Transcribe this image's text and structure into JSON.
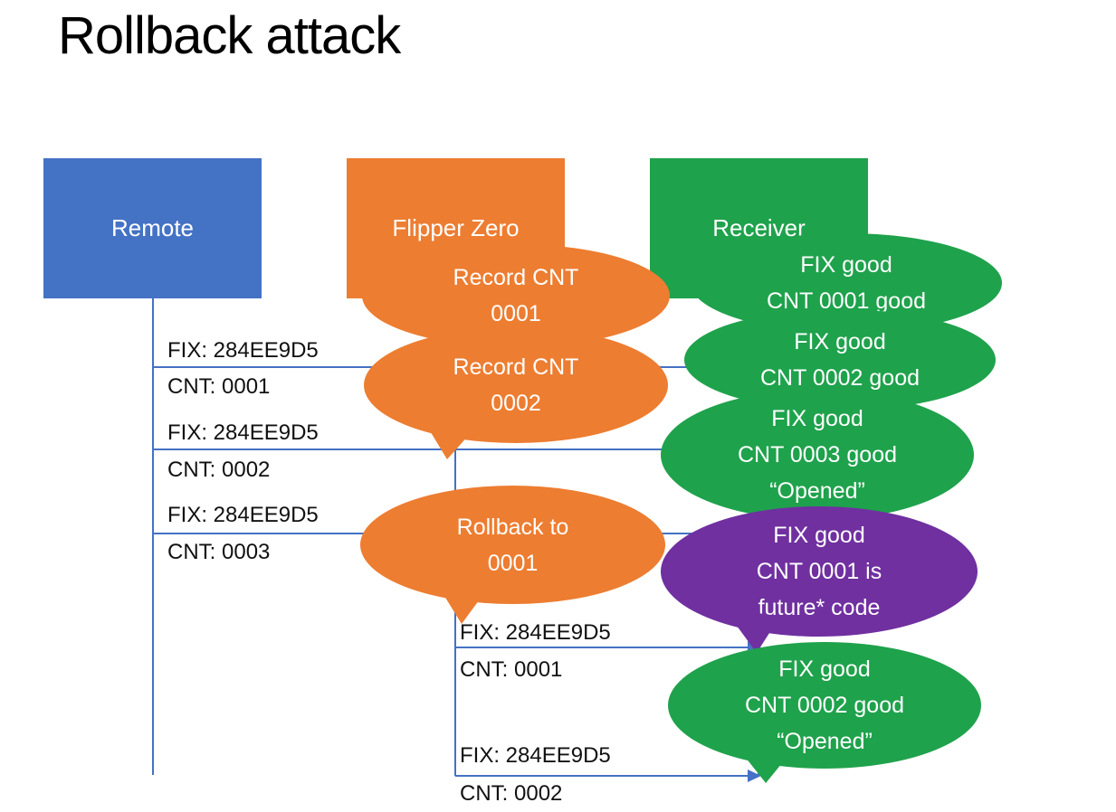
{
  "title": "Rollback attack",
  "colors": {
    "blue": "#4472C4",
    "orange": "#ED7D31",
    "green": "#1FA24C",
    "purple": "#7030A0",
    "connector": "#4472C4",
    "text_dark": "#111111",
    "text_light": "#FFFFFF"
  },
  "actors": [
    {
      "label": "Remote"
    },
    {
      "label": "Flipper Zero"
    },
    {
      "label": "Receiver"
    }
  ],
  "messages": [
    {
      "above": "FIX: 284EE9D5",
      "below": "CNT: 0001"
    },
    {
      "above": "FIX: 284EE9D5",
      "below": "CNT: 0002"
    },
    {
      "above": "FIX: 284EE9D5",
      "below": "CNT: 0003"
    },
    {
      "above": "FIX: 284EE9D5",
      "below": "CNT: 0001"
    },
    {
      "above": "FIX: 284EE9D5",
      "below": "CNT: 0002"
    }
  ],
  "bubbles": [
    {
      "color": "orange",
      "lines": [
        "Record CNT",
        "0001"
      ]
    },
    {
      "color": "green",
      "lines": [
        "FIX good",
        "CNT 0001 good"
      ]
    },
    {
      "color": "orange",
      "lines": [
        "Record CNT",
        "0002"
      ]
    },
    {
      "color": "green",
      "lines": [
        "FIX good",
        "CNT 0002 good"
      ]
    },
    {
      "color": "green",
      "lines": [
        "FIX good",
        "CNT 0003 good",
        "“Opened”"
      ]
    },
    {
      "color": "orange",
      "lines": [
        "Rollback to",
        "0001"
      ]
    },
    {
      "color": "purple",
      "lines": [
        "FIX good",
        "CNT 0001 is",
        "future* code"
      ]
    },
    {
      "color": "green",
      "lines": [
        "FIX good",
        "CNT 0002 good",
        "“Opened”"
      ]
    }
  ]
}
